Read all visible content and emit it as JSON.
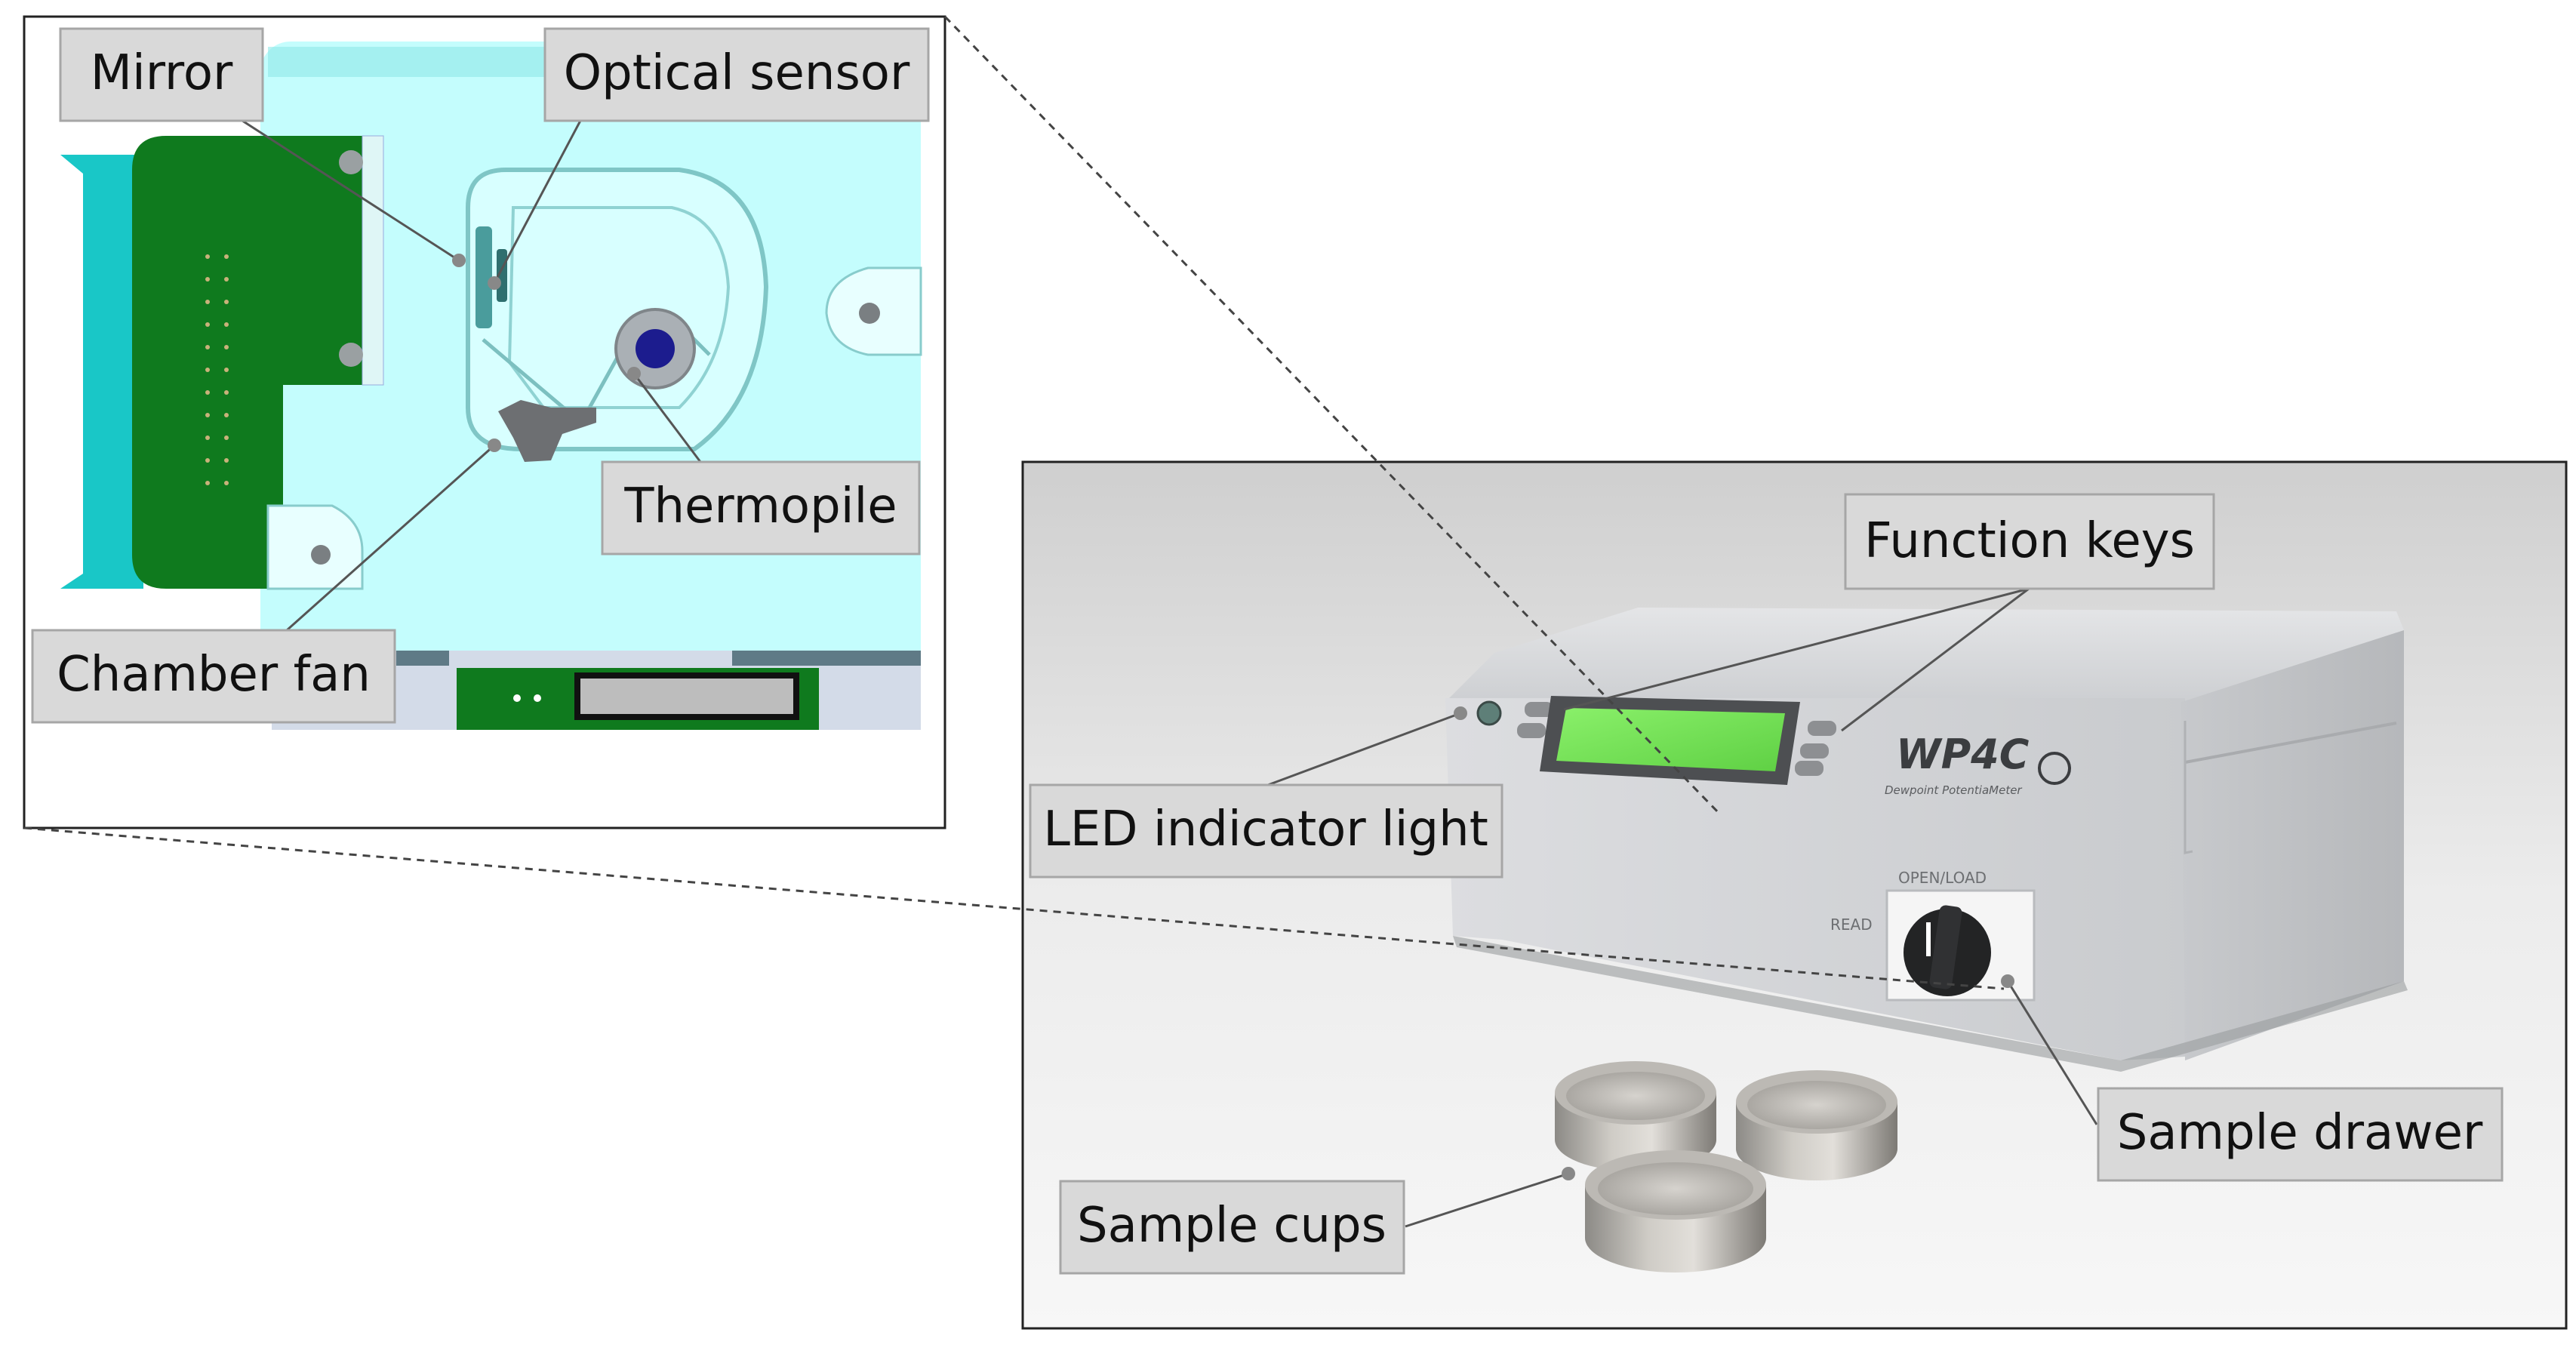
{
  "labels": {
    "mirror": "Mirror",
    "optical_sensor": "Optical sensor",
    "thermopile": "Thermopile",
    "chamber_fan": "Chamber fan",
    "function_keys": "Function keys",
    "led_indicator_light": "LED indicator light",
    "sample_drawer": "Sample drawer",
    "sample_cups": "Sample cups"
  },
  "device": {
    "model": "WP4C",
    "subtitle": "Dewpoint PotentiaMeter",
    "drawer_label_open": "OPEN/LOAD",
    "drawer_label_read": "READ"
  },
  "colors": {
    "label_bg": "#d9d9d9",
    "label_border": "#a6a6a6",
    "chamber_bg": "#c4fdfd",
    "board_green": "#0f7a1e",
    "device_grey": "#d4d5d7",
    "lcd_green": "#7ee85a"
  }
}
